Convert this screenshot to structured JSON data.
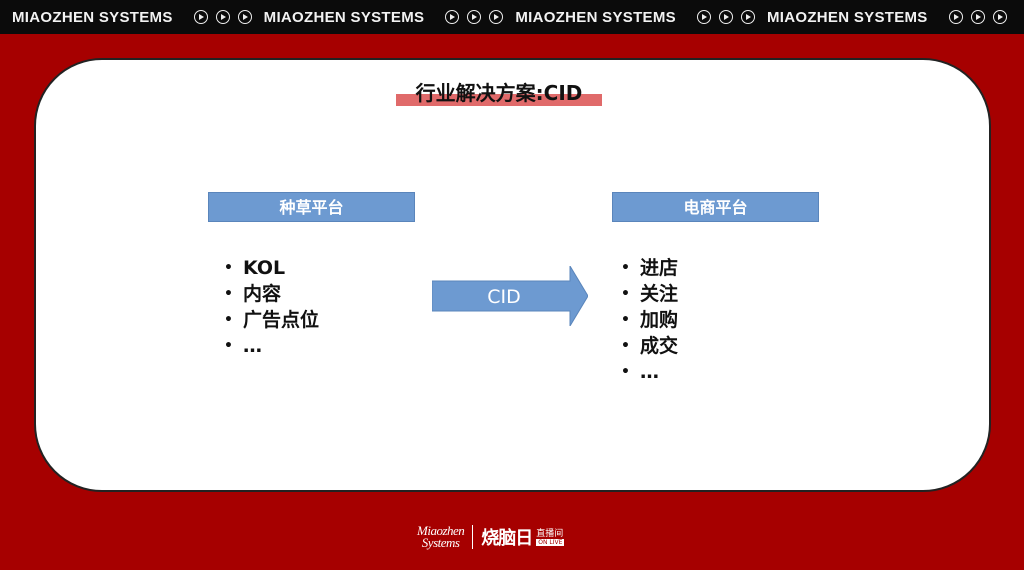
{
  "ticker": {
    "text": "MIAOZHEN SYSTEMS",
    "icon": "play-circle-icon"
  },
  "slide": {
    "title": "行业解决方案:CID",
    "left": {
      "header": "种草平台",
      "items": [
        "KOL",
        "内容",
        "广告点位",
        "…"
      ]
    },
    "right": {
      "header": "电商平台",
      "items": [
        "进店",
        "关注",
        "加购",
        "成交",
        "…"
      ]
    },
    "arrow_label": "CID"
  },
  "footer": {
    "logo_line1": "Miaozhen",
    "logo_line2": "Systems",
    "partner_logo": "烧脑日",
    "partner_tag": "直播间",
    "partner_sub": "ON LIVE"
  },
  "colors": {
    "background": "#a60000",
    "ticker": "#0b0b0b",
    "header_box": "#6d9ad1",
    "arrow": "#6d9ad1",
    "title_underline": "#e06a6a"
  }
}
